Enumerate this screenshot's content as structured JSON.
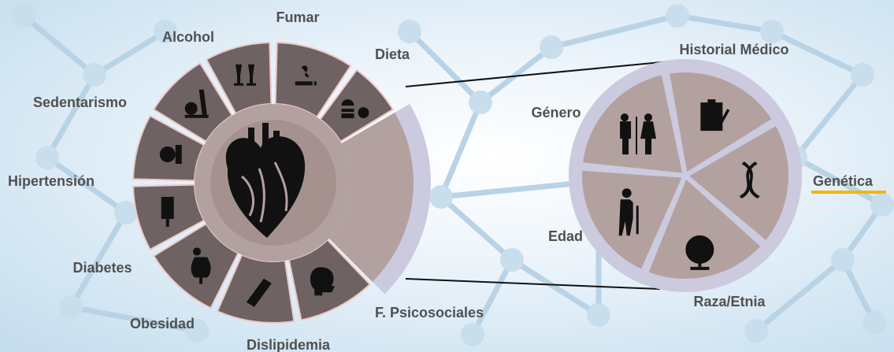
{
  "left_wheel": {
    "segments": [
      {
        "label": "Fumar",
        "icon": "smoking-icon"
      },
      {
        "label": "Dieta",
        "icon": "fast-food-icon"
      },
      {
        "label": "F. Psicosociales",
        "icon": "head-gears-icon"
      },
      {
        "label": "Dislipidemia",
        "icon": "clogged-artery-icon"
      },
      {
        "label": "Obesidad",
        "icon": "obese-person-icon"
      },
      {
        "label": "Diabetes",
        "icon": "glucometer-icon"
      },
      {
        "label": "Hipertensión",
        "icon": "blood-pressure-cuff-icon"
      },
      {
        "label": "Sedentarismo",
        "icon": "exercise-machine-icon"
      },
      {
        "label": "Alcohol",
        "icon": "champagne-toast-icon"
      }
    ],
    "center_icon": "heart-icon"
  },
  "right_wheel": {
    "segments": [
      {
        "label": "Historial Médico",
        "icon": "clipboard-medical-icon"
      },
      {
        "label": "Genética",
        "icon": "dna-icon"
      },
      {
        "label": "Raza/Etnia",
        "icon": "globe-icon"
      },
      {
        "label": "Edad",
        "icon": "elderly-person-icon"
      },
      {
        "label": "Género",
        "icon": "man-woman-icon"
      }
    ]
  },
  "colors": {
    "segment_fill": "#6e6262",
    "center_fill": "#b3a1a0",
    "left_ring": "#ecc9c9",
    "right_ring": "#cccadf",
    "label": "#505050",
    "highlight": "#f2b800",
    "icon_bg": "#f4ede8"
  }
}
